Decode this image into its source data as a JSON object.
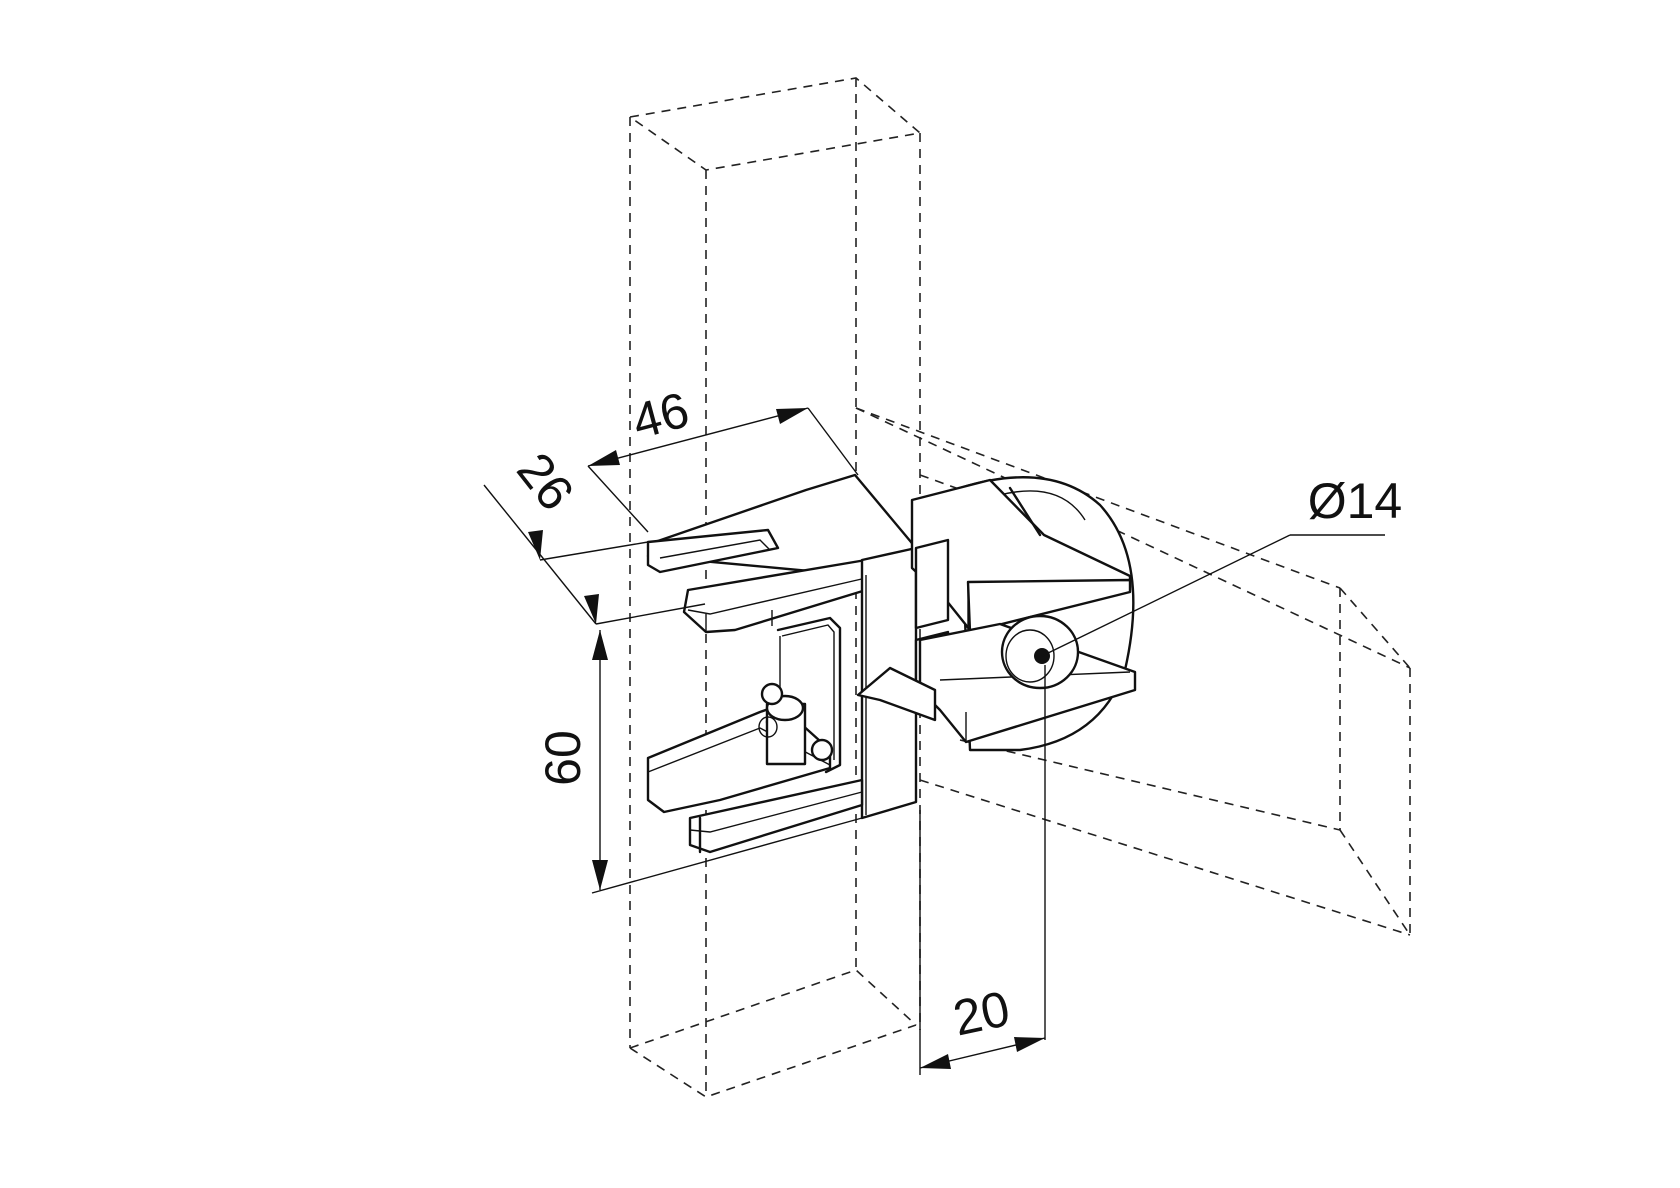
{
  "dimensions": {
    "width_46": "46",
    "depth_26": "26",
    "height_60": "60",
    "offset_20": "20",
    "diameter_14": "Ø14"
  }
}
